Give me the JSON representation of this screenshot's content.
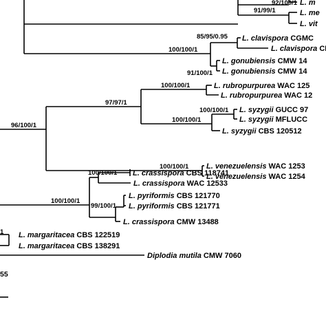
{
  "taxa": {
    "t1": {
      "genus": "L. ",
      "species": "m",
      "strain": ""
    },
    "t2": {
      "genus": "L. ",
      "species": "me",
      "strain": ""
    },
    "t3": {
      "genus": "L. ",
      "species": "vit",
      "strain": ""
    },
    "t4": {
      "genus": "L. ",
      "species": "clavispora",
      "strain": " CGMC"
    },
    "t5": {
      "genus": "L. ",
      "species": "clavispora",
      "strain": " CMW"
    },
    "t6": {
      "genus": "L. ",
      "species": "gonubiensis",
      "strain": " CMW 14"
    },
    "t7": {
      "genus": "L. ",
      "species": "gonubiensis",
      "strain": " CMW 14"
    },
    "t8": {
      "genus": "L. ",
      "species": "rubropurpurea",
      "strain": " WAC 125"
    },
    "t9": {
      "genus": "L. ",
      "species": "rubropurpurea",
      "strain": " WAC 12"
    },
    "t10": {
      "genus": "L. ",
      "species": "syzygii",
      "strain": " GUCC 97"
    },
    "t11": {
      "genus": "L. ",
      "species": "syzygii",
      "strain": " MFLUCC"
    },
    "t12": {
      "genus": "L. ",
      "species": "syzygii",
      "strain": " CBS 120512"
    },
    "t13": {
      "genus": "L. ",
      "species": "venezuelensis",
      "strain": " WAC 1253"
    },
    "t14": {
      "genus": "L. ",
      "species": "venezuelensis",
      "strain": " WAC 1254"
    },
    "t15": {
      "genus": "L. ",
      "species": "crassispora",
      "strain": " CBS 118741"
    },
    "t16": {
      "genus": "L. ",
      "species": "crassispora",
      "strain": " WAC 12533"
    },
    "t17": {
      "genus": "L. ",
      "species": "pyriformis",
      "strain": " CBS 121770"
    },
    "t18": {
      "genus": "L. ",
      "species": "pyriformis",
      "strain": " CBS 121771"
    },
    "t19": {
      "genus": "L. ",
      "species": "crassispora",
      "strain": " CMW 13488"
    },
    "t20": {
      "genus": "L. ",
      "species": "margaritacea",
      "strain": " CBS 122519"
    },
    "t21": {
      "genus": "L. ",
      "species": "margaritacea",
      "strain": " CBS 138291"
    },
    "t22": {
      "genus": "Diplodia ",
      "species": "mutila",
      "strain": " CMW 7060"
    }
  },
  "support": {
    "s1": "92/100/1",
    "s2": "91/99/1",
    "s3": "85/95/0.95",
    "s4": "100/100/1",
    "s5": "91/100/1",
    "s6": "100/100/1",
    "s7": "97/97/1",
    "s8": "100/100/1",
    "s9": "100/100/1",
    "s10": "96/100/1",
    "s11": "100/100/1",
    "s12": "100/100/1",
    "s13": "100/100/1",
    "s14": "99/100/1",
    "s15": "1"
  },
  "scale_label": "55"
}
